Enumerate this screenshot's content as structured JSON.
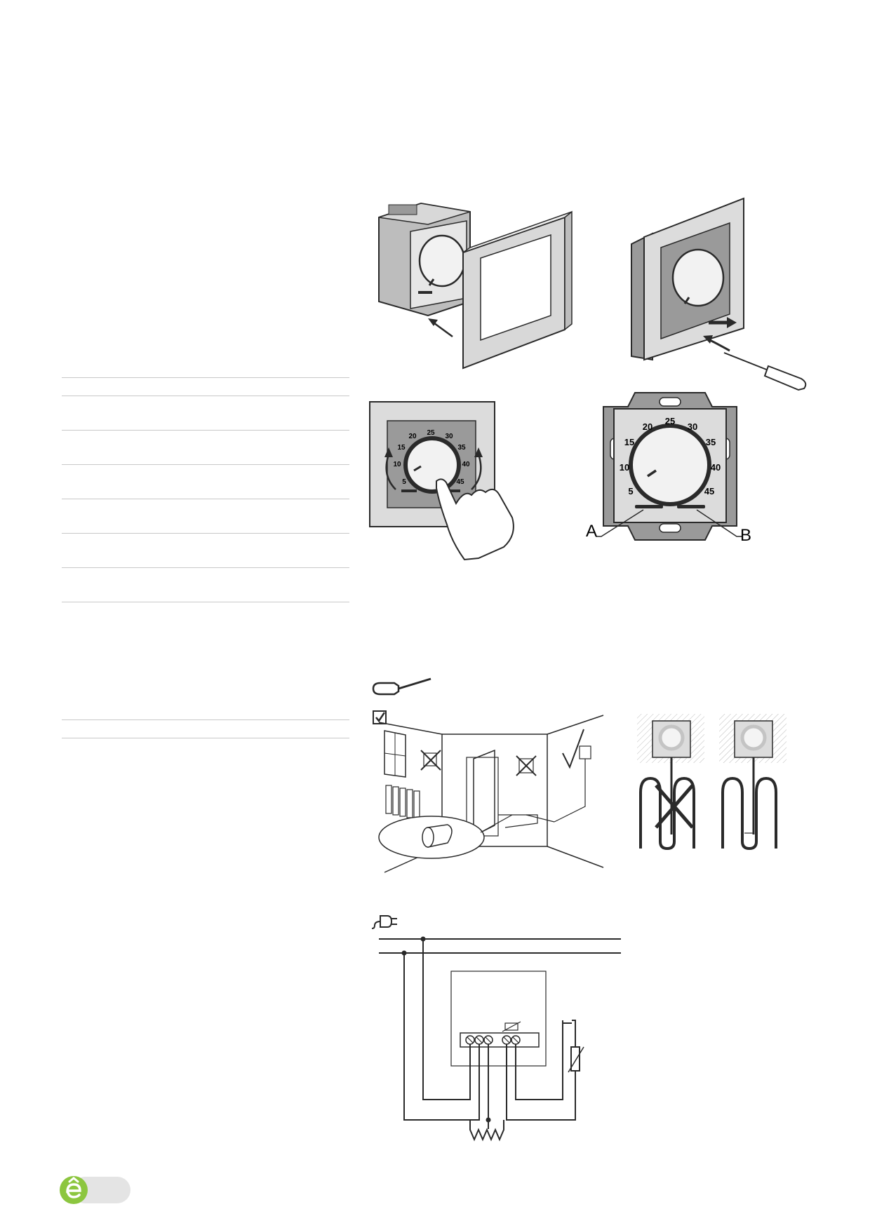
{
  "dial": {
    "scale_labels": [
      "5",
      "10",
      "15",
      "20",
      "25",
      "30",
      "35",
      "40",
      "45"
    ]
  },
  "callouts": {
    "a": "A",
    "b": "B"
  },
  "icons": {
    "screwdriver": "screwdriver-icon",
    "checkbox": "checkbox-icon",
    "plug": "plug-icon",
    "logo": "brand-logo-icon"
  },
  "colors": {
    "line": "#2a2a2a",
    "frame_fill": "#dcdcdc",
    "dark_fill": "#8c8c8c",
    "logo_green": "#8cc63f",
    "logo_tab": "#e4e4e4"
  }
}
